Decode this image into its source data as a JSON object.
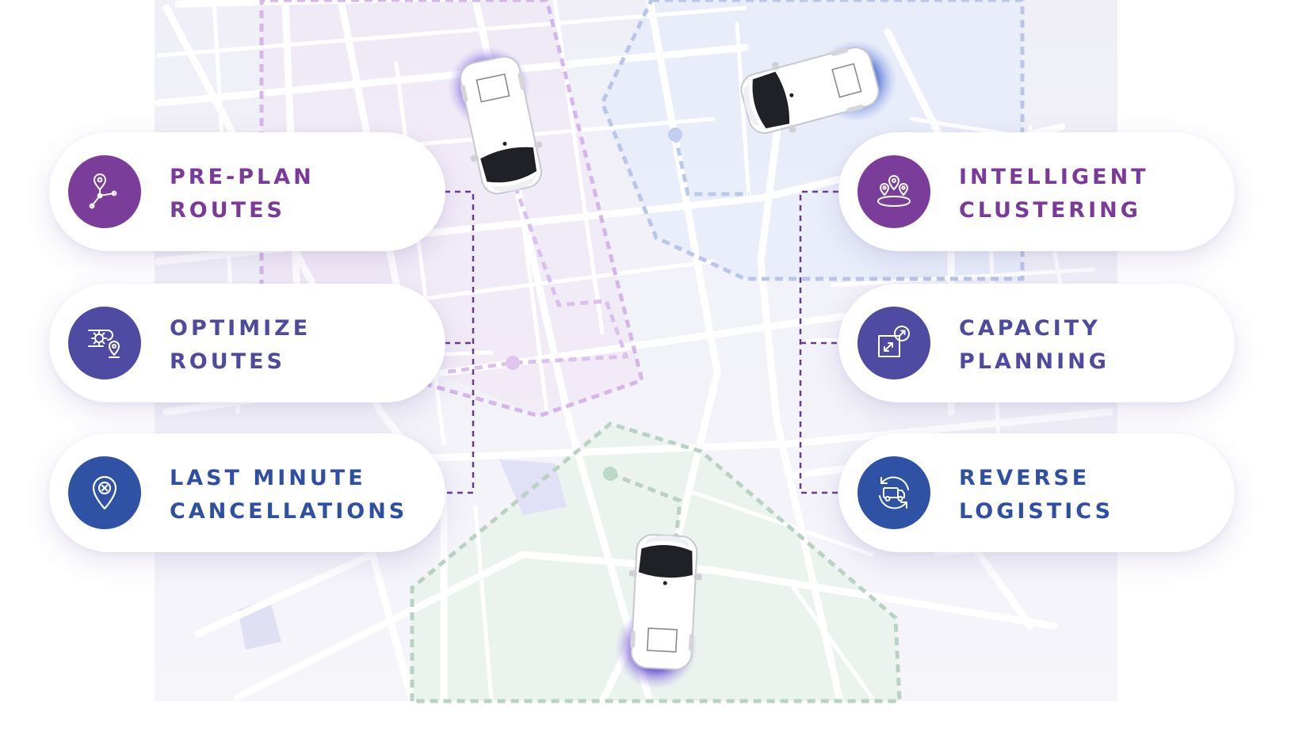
{
  "cards": {
    "pre_plan_routes": {
      "line1": "PRE-PLAN",
      "line2": "ROUTES",
      "icon": "route-nodes-icon"
    },
    "optimize_routes": {
      "line1": "OPTIMIZE",
      "line2": "ROUTES",
      "icon": "gear-route-icon"
    },
    "last_minute": {
      "line1": "LAST MINUTE",
      "line2": "CANCELLATIONS",
      "icon": "pin-cancel-icon"
    },
    "intelligent_clustering": {
      "line1": "INTELLIGENT",
      "line2": "CLUSTERING",
      "icon": "location-cluster-icon"
    },
    "capacity_planning": {
      "line1": "CAPACITY",
      "line2": "PLANNING",
      "icon": "resize-box-icon"
    },
    "reverse_logistics": {
      "line1": "REVERSE",
      "line2": "LOGISTICS",
      "icon": "van-cycle-icon"
    }
  },
  "colors": {
    "purple": "#7a3a98",
    "indigo": "#4e4a9e",
    "blue": "#2f4fa0",
    "connector": "#6a3c8c",
    "zone_purple": "#d8b8e6",
    "zone_blue": "#b8c6e6",
    "zone_green": "#b8d4c4",
    "map_bg": "#f4f3fa",
    "road": "#ffffff"
  }
}
